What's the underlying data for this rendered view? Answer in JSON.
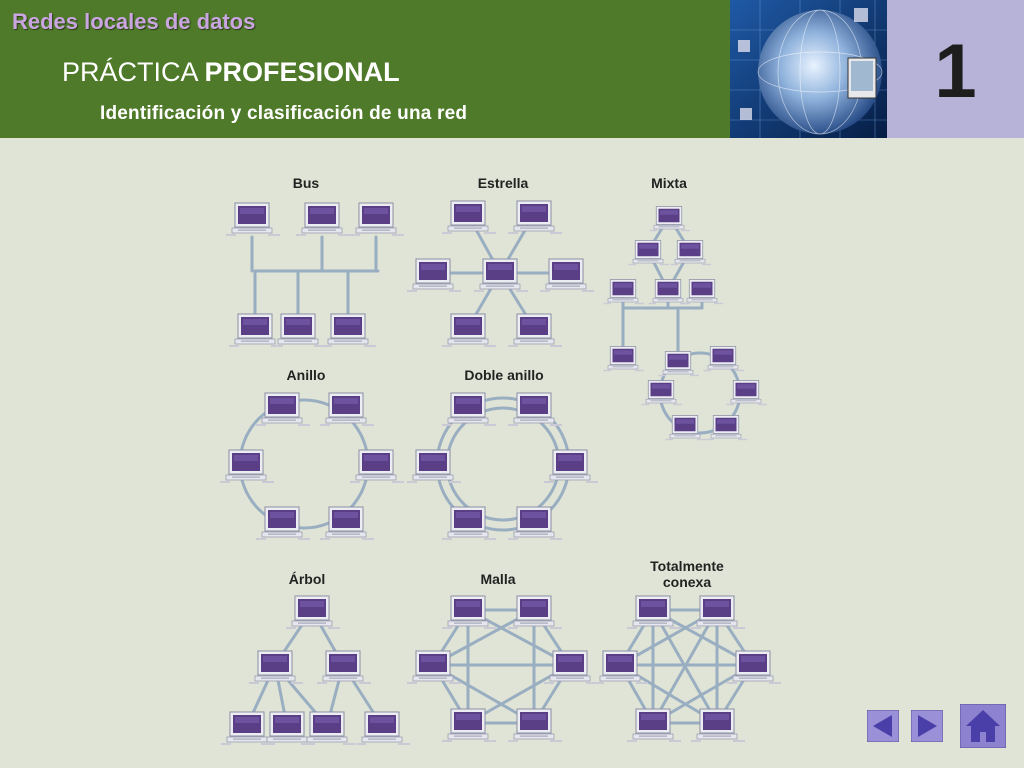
{
  "header": {
    "course_title": "Redes locales de datos",
    "practice_normal": "PRÁCTICA",
    "practice_bold": "PROFESIONAL",
    "subtitle": "Identificación y clasificación de una red",
    "unit_number": "1"
  },
  "topologies": [
    {
      "id": "bus",
      "label": "Bus"
    },
    {
      "id": "estrella",
      "label": "Estrella"
    },
    {
      "id": "mixta",
      "label": "Mixta"
    },
    {
      "id": "anillo",
      "label": "Anillo"
    },
    {
      "id": "doble-anillo",
      "label": "Doble anillo"
    },
    {
      "id": "arbol",
      "label": "Árbol"
    },
    {
      "id": "malla",
      "label": "Malla"
    },
    {
      "id": "totalmente-conexa",
      "label_line1": "Totalmente",
      "label_line2": "conexa"
    }
  ],
  "colors": {
    "header_green": "#4f7a2a",
    "course_title": "#c9a6e0",
    "unit_band": "#b6b2d8",
    "background": "#dfe4d6",
    "link": "#9aaec2",
    "screen": "#5b3f86",
    "nav_button": "#8c7fd0"
  },
  "navigation": {
    "prev_icon": "triangle-left-icon",
    "next_icon": "triangle-right-icon",
    "home_icon": "house-icon"
  }
}
